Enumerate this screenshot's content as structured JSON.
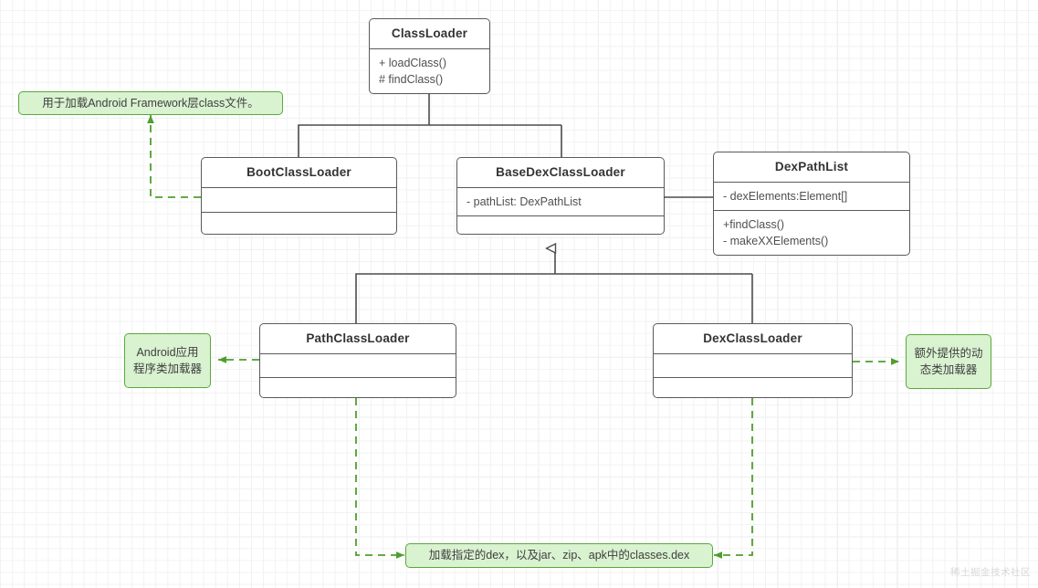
{
  "diagram": {
    "title": "Android ClassLoader UML class diagram",
    "colors": {
      "box_border": "#5a5a5a",
      "box_fill": "#ffffff",
      "note_fill": "#d9f2d0",
      "note_border": "#5aa83c",
      "note_line": "#5aa83c",
      "edge_line": "#4d4d4d",
      "grid_minor": "#f2f2f2",
      "grid_major": "#eaeaea"
    },
    "classes": [
      {
        "id": "class-loader",
        "name": "ClassLoader",
        "attributes": [],
        "methods": [
          "+ loadClass()",
          "# findClass()"
        ]
      },
      {
        "id": "boot-class-loader",
        "name": "BootClassLoader",
        "attributes": [],
        "methods": []
      },
      {
        "id": "base-dex-class-loader",
        "name": "BaseDexClassLoader",
        "attributes": [
          "- pathList:  DexPathList"
        ],
        "methods": []
      },
      {
        "id": "dex-path-list",
        "name": "DexPathList",
        "attributes": [
          "- dexElements:Element[]"
        ],
        "methods": [
          "+findClass()",
          "- makeXXElements()"
        ]
      },
      {
        "id": "path-class-loader",
        "name": "PathClassLoader",
        "attributes": [],
        "methods": []
      },
      {
        "id": "dex-class-loader",
        "name": "DexClassLoader",
        "attributes": [],
        "methods": []
      }
    ],
    "notes": [
      {
        "id": "note-boot",
        "text": "用于加载Android Framework层class文件。",
        "target": "BootClassLoader"
      },
      {
        "id": "note-path",
        "line1": "Android应用",
        "line2": "程序类加载器",
        "target": "PathClassLoader"
      },
      {
        "id": "note-dex",
        "line1": "额外提供的动",
        "line2": "态类加载器",
        "target": "DexClassLoader"
      },
      {
        "id": "note-bottom",
        "text": "加载指定的dex，以及jar、zip、apk中的classes.dex",
        "target": "PathClassLoader / DexClassLoader"
      }
    ],
    "relations": [
      {
        "type": "generalization",
        "from": "BootClassLoader",
        "to": "ClassLoader"
      },
      {
        "type": "generalization",
        "from": "BaseDexClassLoader",
        "to": "ClassLoader"
      },
      {
        "type": "generalization",
        "from": "PathClassLoader",
        "to": "BaseDexClassLoader"
      },
      {
        "type": "generalization",
        "from": "DexClassLoader",
        "to": "BaseDexClassLoader"
      },
      {
        "type": "composition",
        "from": "BaseDexClassLoader",
        "to": "DexPathList"
      }
    ],
    "watermark": "稀土掘金技术社区"
  }
}
